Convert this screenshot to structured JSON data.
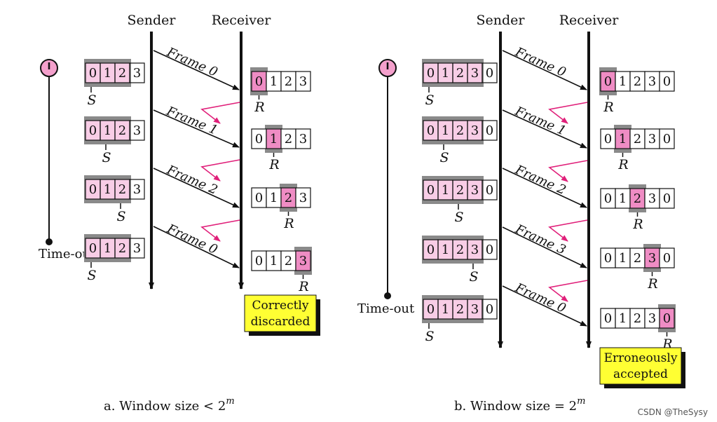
{
  "colors": {
    "window_fill": "#f8cde6",
    "window_band": "#8a8a8a",
    "cell_highlight": "#ef8cc4",
    "ack_arrow": "#e0207a",
    "note_fill": "#ffff33",
    "timer_fill": "#f4a0cc"
  },
  "header": {
    "sender": "Sender",
    "receiver": "Receiver"
  },
  "panel_a": {
    "caption": "a. Window size < 2",
    "caption_exp": "m",
    "timeout_label": "Time-out",
    "timer_icon": "timer-icon",
    "note": [
      "Correctly",
      "discarded"
    ],
    "sender_pointer": "S",
    "receiver_pointer": "R",
    "rows": [
      {
        "sender_cells": [
          "0",
          "1",
          "2",
          "3"
        ],
        "window": [
          0,
          2
        ],
        "s_index": 0,
        "frame": "Frame 0",
        "receiver_cells": [
          "0",
          "1",
          "2",
          "3"
        ],
        "r_index": 0,
        "ack": true
      },
      {
        "sender_cells": [
          "0",
          "1",
          "2",
          "3"
        ],
        "window": [
          0,
          2
        ],
        "s_index": 1,
        "frame": "Frame 1",
        "receiver_cells": [
          "0",
          "1",
          "2",
          "3"
        ],
        "r_index": 1,
        "ack": true
      },
      {
        "sender_cells": [
          "0",
          "1",
          "2",
          "3"
        ],
        "window": [
          0,
          2
        ],
        "s_index": 2,
        "frame": "Frame 2",
        "receiver_cells": [
          "0",
          "1",
          "2",
          "3"
        ],
        "r_index": 2,
        "ack": true
      },
      {
        "sender_cells": [
          "0",
          "1",
          "2",
          "3"
        ],
        "window": [
          0,
          2
        ],
        "s_index": 0,
        "frame": "Frame 0",
        "receiver_cells": [
          "0",
          "1",
          "2",
          "3"
        ],
        "r_index": 3,
        "ack": false
      }
    ]
  },
  "panel_b": {
    "caption": "b. Window size = 2",
    "caption_exp": "m",
    "timeout_label": "Time-out",
    "timer_icon": "timer-icon",
    "note": [
      "Erroneously",
      "accepted"
    ],
    "sender_pointer": "S",
    "receiver_pointer": "R",
    "rows": [
      {
        "sender_cells": [
          "0",
          "1",
          "2",
          "3",
          "0"
        ],
        "window": [
          0,
          3
        ],
        "s_index": 0,
        "frame": "Frame 0",
        "receiver_cells": [
          "0",
          "1",
          "2",
          "3",
          "0"
        ],
        "r_index": 0,
        "ack": true
      },
      {
        "sender_cells": [
          "0",
          "1",
          "2",
          "3",
          "0"
        ],
        "window": [
          0,
          3
        ],
        "s_index": 1,
        "frame": "Frame 1",
        "receiver_cells": [
          "0",
          "1",
          "2",
          "3",
          "0"
        ],
        "r_index": 1,
        "ack": true
      },
      {
        "sender_cells": [
          "0",
          "1",
          "2",
          "3",
          "0"
        ],
        "window": [
          0,
          3
        ],
        "s_index": 2,
        "frame": "Frame 2",
        "receiver_cells": [
          "0",
          "1",
          "2",
          "3",
          "0"
        ],
        "r_index": 2,
        "ack": true
      },
      {
        "sender_cells": [
          "0",
          "1",
          "2",
          "3",
          "0"
        ],
        "window": [
          0,
          3
        ],
        "s_index": 3,
        "frame": "Frame 3",
        "receiver_cells": [
          "0",
          "1",
          "2",
          "3",
          "0"
        ],
        "r_index": 3,
        "ack": true
      },
      {
        "sender_cells": [
          "0",
          "1",
          "2",
          "3",
          "0"
        ],
        "window": [
          0,
          3
        ],
        "s_index": 0,
        "frame": "Frame 0",
        "receiver_cells": [
          "0",
          "1",
          "2",
          "3",
          "0"
        ],
        "r_index": 4,
        "ack": false
      }
    ]
  },
  "watermark": "CSDN @TheSysy"
}
